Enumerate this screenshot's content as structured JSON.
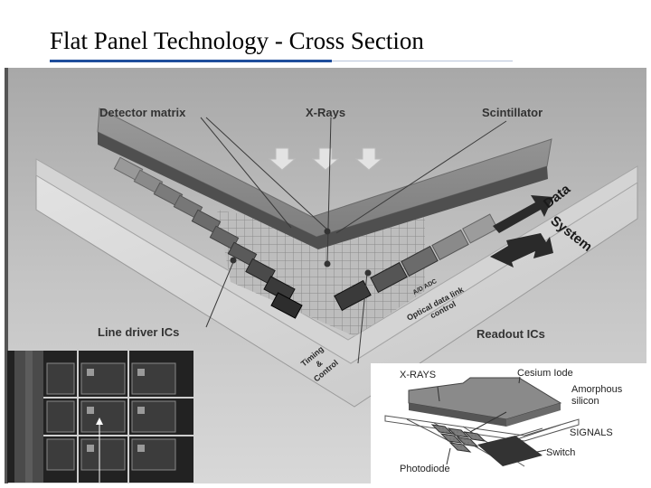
{
  "slide": {
    "title": "Flat Panel Technology - Cross Section"
  },
  "figure": {
    "labels": {
      "detector_matrix": "Detector matrix",
      "x_rays": "X-Rays",
      "scintillator": "Scintillator",
      "data": "Data",
      "system": "System",
      "line_driver_ics": "Line driver ICs",
      "readout_ics": "Readout ICs",
      "timing": "Timing",
      "ampersand": "&",
      "control": "Control",
      "optical_data_link_1": "Optical data link",
      "optical_data_link_2": "control",
      "small_label": "A/D ADC"
    },
    "inset": {
      "x_rays": "X-RAYS",
      "cesium_iodide": "Cesium Iode",
      "amorphous": "Amorphous",
      "silicon": "silicon",
      "signals": "SIGNALS",
      "switch": "Switch",
      "photodiode": "Photodiode"
    }
  },
  "colors": {
    "title_rule": "#1f4e9c"
  }
}
